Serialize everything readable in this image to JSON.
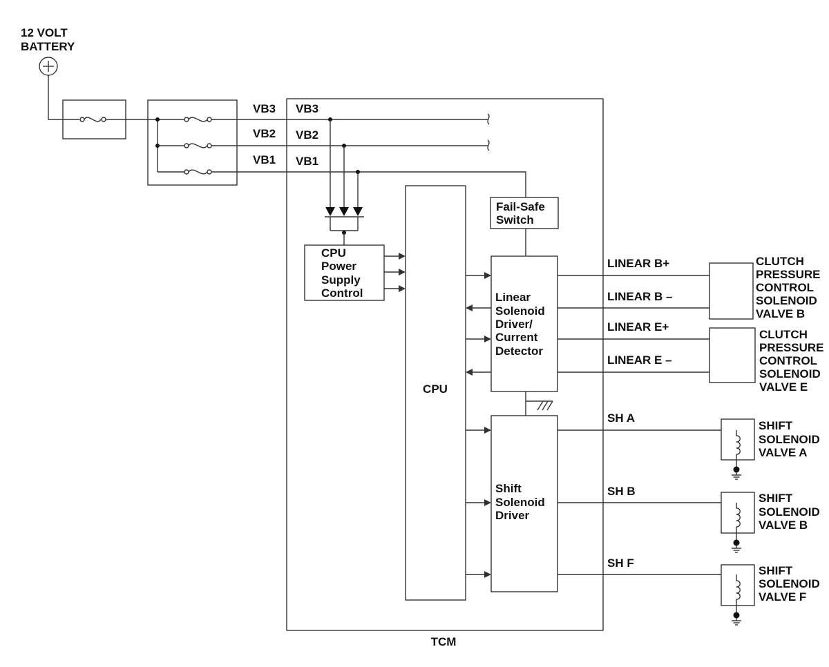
{
  "battery": {
    "line1": "12 VOLT",
    "line2": "BATTERY"
  },
  "bus": {
    "left": [
      "VB3",
      "VB2",
      "VB1"
    ],
    "right": [
      "VB3",
      "VB2",
      "VB1"
    ]
  },
  "blocks": {
    "failsafe": [
      "Fail-Safe",
      "Switch"
    ],
    "power": [
      "CPU",
      "Power",
      "Supply",
      "Control"
    ],
    "cpu": "CPU",
    "linear": [
      "Linear",
      "Solenoid",
      "Driver/",
      "Current",
      "Detector"
    ],
    "shift": [
      "Shift",
      "Solenoid",
      "Driver"
    ],
    "tcm": "TCM"
  },
  "signals": {
    "linear_b_plus": "LINEAR B+",
    "linear_b_minus": "LINEAR B –",
    "linear_e_plus": "LINEAR E+",
    "linear_e_minus": "LINEAR E –",
    "sh_a": "SH A",
    "sh_b": "SH B",
    "sh_f": "SH F"
  },
  "devices": {
    "cpc_b": [
      "CLUTCH",
      "PRESSURE",
      "CONTROL",
      "SOLENOID",
      "VALVE B"
    ],
    "cpc_e": [
      "CLUTCH",
      "PRESSURE",
      "CONTROL",
      "SOLENOID",
      "VALVE E"
    ],
    "shift_a": [
      "SHIFT",
      "SOLENOID",
      "VALVE A"
    ],
    "shift_b": [
      "SHIFT",
      "SOLENOID",
      "VALVE B"
    ],
    "shift_f": [
      "SHIFT",
      "SOLENOID",
      "VALVE F"
    ]
  }
}
